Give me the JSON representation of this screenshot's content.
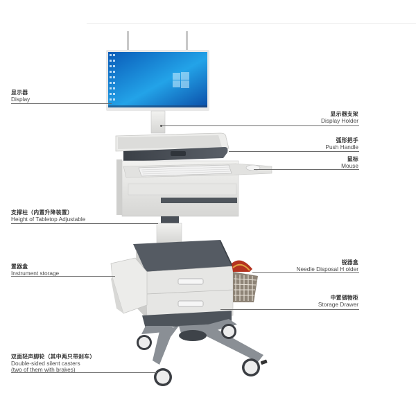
{
  "diagram": {
    "subject": "Medical computer cart",
    "callouts": [
      {
        "id": "display",
        "zh": "显示器",
        "en": "Display",
        "side": "left"
      },
      {
        "id": "display-holder",
        "zh": "显示器支架",
        "en": "Display Holder",
        "side": "right"
      },
      {
        "id": "push-handle",
        "zh": "弧形把手",
        "en": "Push Handle",
        "side": "right"
      },
      {
        "id": "mouse",
        "zh": "鼠标",
        "en": "Mouse",
        "side": "right"
      },
      {
        "id": "height-adjustable",
        "zh": "支撑柱（内置升降装置）",
        "en": "Height of Tabletop Adjustable",
        "side": "left"
      },
      {
        "id": "instrument-storage",
        "zh": "置器盒",
        "en": "Instrument storage",
        "side": "left"
      },
      {
        "id": "needle-disposal",
        "zh": "锐器盒",
        "en": "Needle Disposal H older",
        "side": "right"
      },
      {
        "id": "storage-drawer",
        "zh": "中置储物柜",
        "en": "Storage Drawer",
        "side": "right"
      },
      {
        "id": "casters",
        "zh": "双面轻声脚轮（其中两只带刹车）",
        "en": "Double-sided silent casters",
        "en2": "(two of them with brakes)",
        "side": "left"
      }
    ]
  },
  "colors": {
    "screen_blue": "#1a7fd4",
    "body_light": "#e4e4e2",
    "body_dark": "#4a5058",
    "leader_line": "#6a6a6a",
    "needle_box": "#c0392b"
  }
}
